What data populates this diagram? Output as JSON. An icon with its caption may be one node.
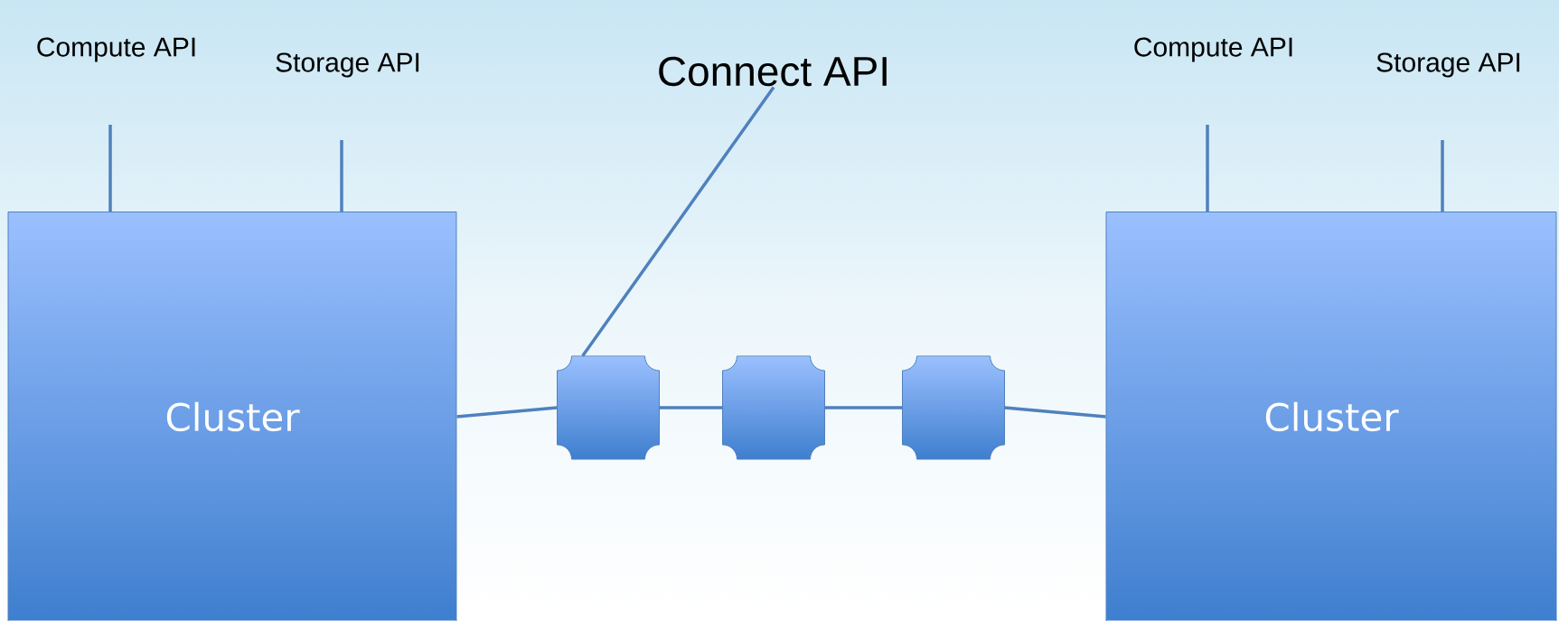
{
  "diagram": {
    "nodes": [
      {
        "text": [
          "Compute API"
        ]
      },
      {
        "text": [
          "Storage API"
        ]
      },
      {
        "text": [
          "Connect API"
        ]
      },
      {
        "text": [
          "Compute API"
        ]
      },
      {
        "text": [
          "Storage API"
        ]
      },
      {
        "text": [
          "Cluster"
        ]
      },
      {
        "text": [],
        "shape": "box"
      },
      {
        "text": [],
        "shape": "box"
      },
      {
        "text": [],
        "shape": "box"
      },
      {
        "text": [
          "Cluster"
        ]
      }
    ],
    "edges": [
      {
        "from": 0,
        "to": 5,
        "arrow": "none"
      },
      {
        "from": 1,
        "to": 5,
        "arrow": "none"
      },
      {
        "from": 2,
        "to": 6,
        "arrow": "none"
      },
      {
        "from": 3,
        "to": 9,
        "arrow": "none"
      },
      {
        "from": 4,
        "to": 9,
        "arrow": "none"
      },
      {
        "from": 5,
        "to": 6,
        "arrow": "none"
      },
      {
        "from": 6,
        "to": 7,
        "arrow": "none"
      },
      {
        "from": 7,
        "to": 8,
        "arrow": "none"
      },
      {
        "from": 8,
        "to": 9,
        "arrow": "none"
      }
    ]
  }
}
